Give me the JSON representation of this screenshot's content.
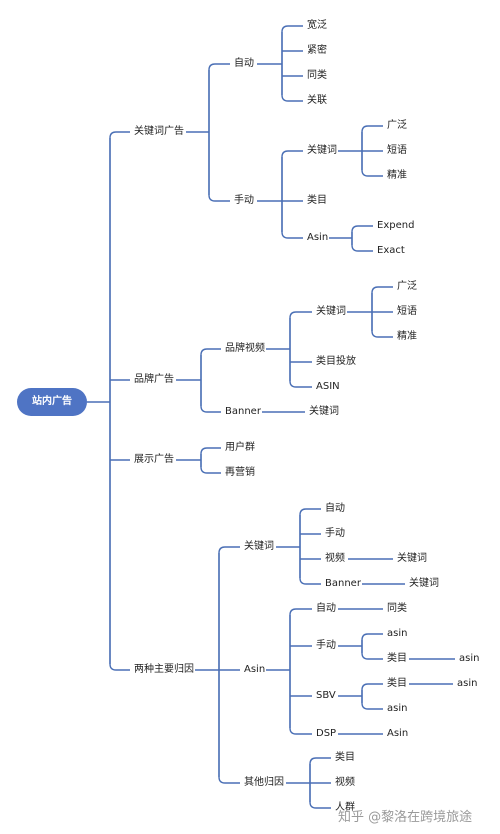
{
  "root": "站内广告",
  "l1": [
    "关键词广告",
    "品牌广告",
    "展示广告",
    "两种主要归因"
  ],
  "kw": {
    "auto": "自动",
    "auto_children": [
      "宽泛",
      "紧密",
      "同类",
      "关联"
    ],
    "manual": "手动",
    "manual_kw": "关键词",
    "manual_kw_children": [
      "广泛",
      "短语",
      "精准"
    ],
    "manual_cat": "类目",
    "manual_asin": "Asin",
    "manual_asin_children": [
      "Expend",
      "Exact"
    ]
  },
  "brand": {
    "video": "品牌视频",
    "video_kw": "关键词",
    "video_kw_children": [
      "广泛",
      "短语",
      "精准"
    ],
    "video_cat": "类目投放",
    "video_asin": "ASIN",
    "banner": "Banner",
    "banner_kw": "关键词"
  },
  "display": {
    "children": [
      "用户群",
      "再营销"
    ]
  },
  "attr": {
    "kw": "关键词",
    "kw_children": [
      "自动",
      "手动",
      "视频",
      "Banner"
    ],
    "kw_video_child": "关键词",
    "kw_banner_child": "关键词",
    "asin": "Asin",
    "asin_auto": "自动",
    "asin_auto_child": "同类",
    "asin_manual": "手动",
    "asin_manual_asin": "asin",
    "asin_manual_cat": "类目",
    "asin_manual_cat_child": "asin",
    "sbv": "SBV",
    "sbv_cat": "类目",
    "sbv_cat_child": "asin",
    "sbv_asin": "asin",
    "dsp": "DSP",
    "dsp_child": "Asin",
    "other": "其他归因",
    "other_children": [
      "类目",
      "视频",
      "人群"
    ]
  },
  "watermark": "知乎 @黎洛在跨境旅途",
  "colors": {
    "line": "#4a6fb5",
    "root_fill": "#4f74c4"
  }
}
